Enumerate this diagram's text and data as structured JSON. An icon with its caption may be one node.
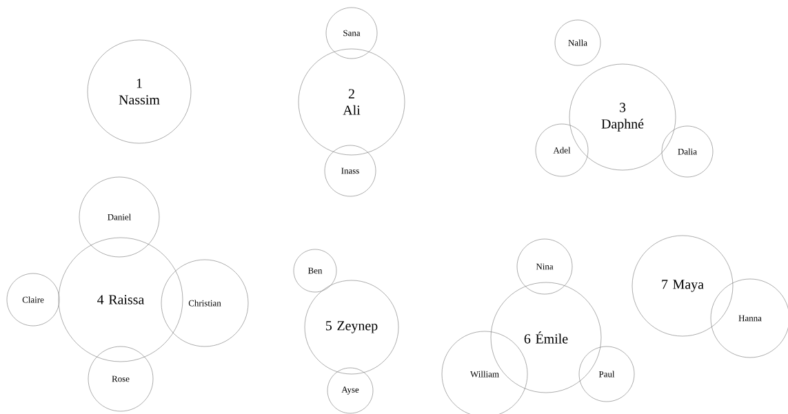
{
  "diagram": {
    "nodes": [
      {
        "text": [
          "1 Nassim"
        ]
      },
      {
        "text": [
          "Sana"
        ]
      },
      {
        "text": [
          "2 Ali"
        ]
      },
      {
        "text": [
          "Inass"
        ]
      },
      {
        "text": [
          "Nalla"
        ]
      },
      {
        "text": [
          "3 Daphné"
        ]
      },
      {
        "text": [
          "Adel"
        ]
      },
      {
        "text": [
          "Dalia"
        ]
      },
      {
        "text": [
          "Daniel"
        ]
      },
      {
        "text": [
          "4 Raissa"
        ]
      },
      {
        "text": [
          "Claire"
        ]
      },
      {
        "text": [
          "Christian"
        ]
      },
      {
        "text": [
          "Rose"
        ]
      },
      {
        "text": [
          "Ben"
        ]
      },
      {
        "text": [
          "5 Zeynep"
        ]
      },
      {
        "text": [
          "Ayse"
        ]
      },
      {
        "text": [
          "Nina"
        ]
      },
      {
        "text": [
          "6 Émile"
        ]
      },
      {
        "text": [
          "William"
        ]
      },
      {
        "text": [
          "Paul"
        ]
      },
      {
        "text": [
          "7 Maya"
        ]
      },
      {
        "text": [
          "Hanna"
        ]
      }
    ]
  }
}
